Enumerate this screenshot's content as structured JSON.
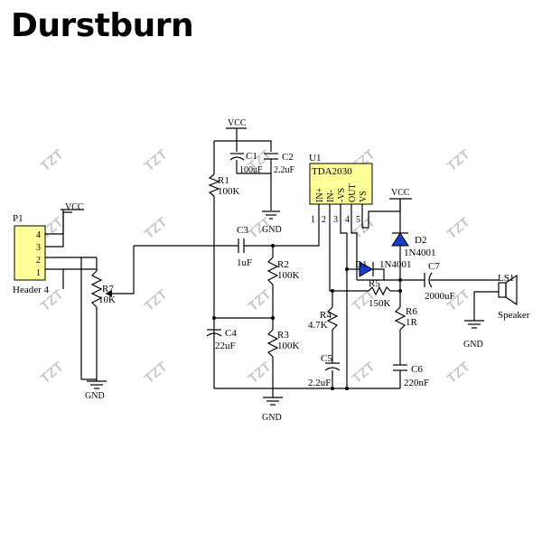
{
  "brand": "Durstburn",
  "watermark": "TZT",
  "colors": {
    "chip_fill": "#ffff99",
    "wire": "#000000",
    "diode_fill": "#1a3cc8",
    "watermark": "#c8c8c8"
  },
  "net": {
    "vcc": "VCC",
    "gnd": "GND"
  },
  "header": {
    "ref": "P1",
    "name": "Header 4",
    "pins": [
      "4",
      "3",
      "2",
      "1"
    ]
  },
  "ic": {
    "ref": "U1",
    "part": "TDA2030",
    "pin_names": [
      "IN+",
      "IN-",
      "-VS",
      "OUT",
      "VS"
    ],
    "pin_numbers": [
      "1",
      "2",
      "3",
      "4",
      "5"
    ]
  },
  "parts": {
    "c1": {
      "ref": "C1",
      "value": "100uF"
    },
    "c2": {
      "ref": "C2",
      "value": "2.2uF"
    },
    "r1": {
      "ref": "R1",
      "value": "100K"
    },
    "c3": {
      "ref": "C3",
      "value": "1uF"
    },
    "r2": {
      "ref": "R2",
      "value": "100K"
    },
    "r3": {
      "ref": "R3",
      "value": "100K"
    },
    "c4": {
      "ref": "C4",
      "value": "22uF"
    },
    "r7": {
      "ref": "R7",
      "value": "10K"
    },
    "r4": {
      "ref": "R4",
      "value": "4.7K"
    },
    "c5": {
      "ref": "C5",
      "value": "2.2uF"
    },
    "r5": {
      "ref": "R5",
      "value": "150K"
    },
    "r6": {
      "ref": "R6",
      "value": "1R"
    },
    "c6": {
      "ref": "C6",
      "value": "220nF"
    },
    "c7": {
      "ref": "C7",
      "value": "2000uF"
    },
    "d1": {
      "ref": "D1",
      "value": "1N4001"
    },
    "d2": {
      "ref": "D2",
      "value": "1N4001"
    },
    "ls1": {
      "ref": "LS1",
      "value": "Speaker"
    }
  }
}
